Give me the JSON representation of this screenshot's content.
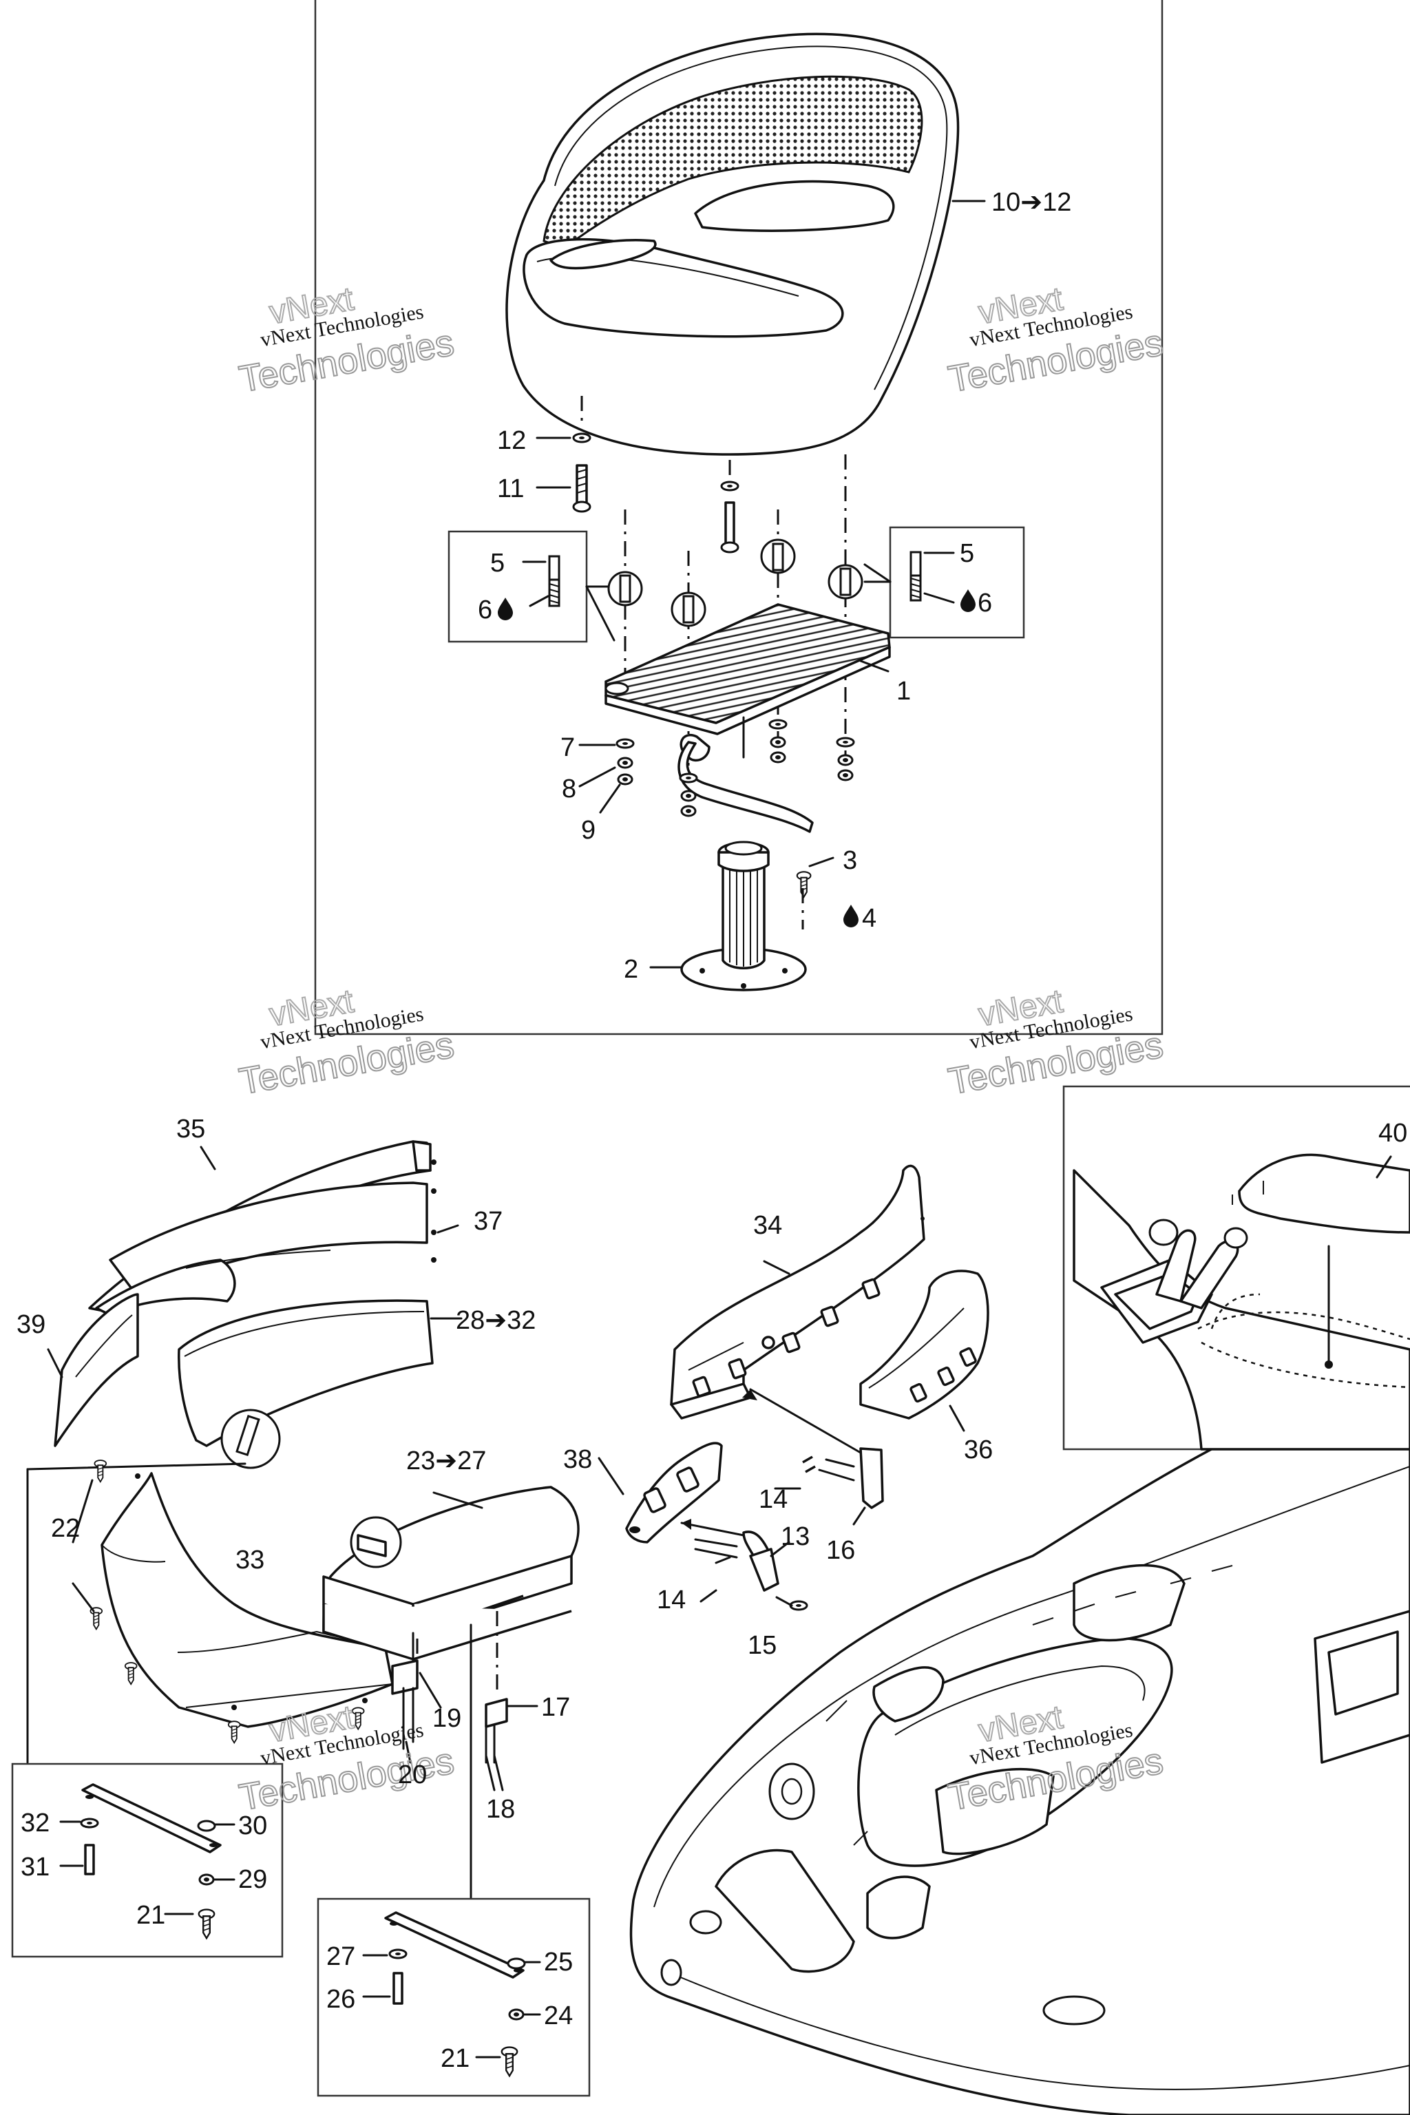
{
  "watermark": {
    "line1": "vNext",
    "line2": "vNext Technologies",
    "line3": "Technologies"
  },
  "callouts": {
    "c1": "1",
    "c2": "2",
    "c3": "3",
    "c4": "4",
    "c5a": "5",
    "c5b": "5",
    "c6a": "6",
    "c6b": "6",
    "c7": "7",
    "c8": "8",
    "c9": "9",
    "c10_12": "10➔12",
    "c11": "11",
    "c12": "12",
    "c13": "13",
    "c14a": "14",
    "c14b": "14",
    "c15": "15",
    "c16": "16",
    "c17": "17",
    "c18": "18",
    "c19": "19",
    "c20": "20",
    "c21a": "21",
    "c21b": "21",
    "c22": "22",
    "c23_27": "23➔27",
    "c24": "24",
    "c25": "25",
    "c26": "26",
    "c27": "27",
    "c28_32": "28➔32",
    "c29": "29",
    "c30": "30",
    "c31": "31",
    "c32": "32",
    "c33": "33",
    "c34": "34",
    "c35": "35",
    "c36": "36",
    "c37": "37",
    "c38": "38",
    "c39": "39",
    "c40": "40"
  },
  "icons": [
    "droplet-icon",
    "arrow-right-icon"
  ]
}
